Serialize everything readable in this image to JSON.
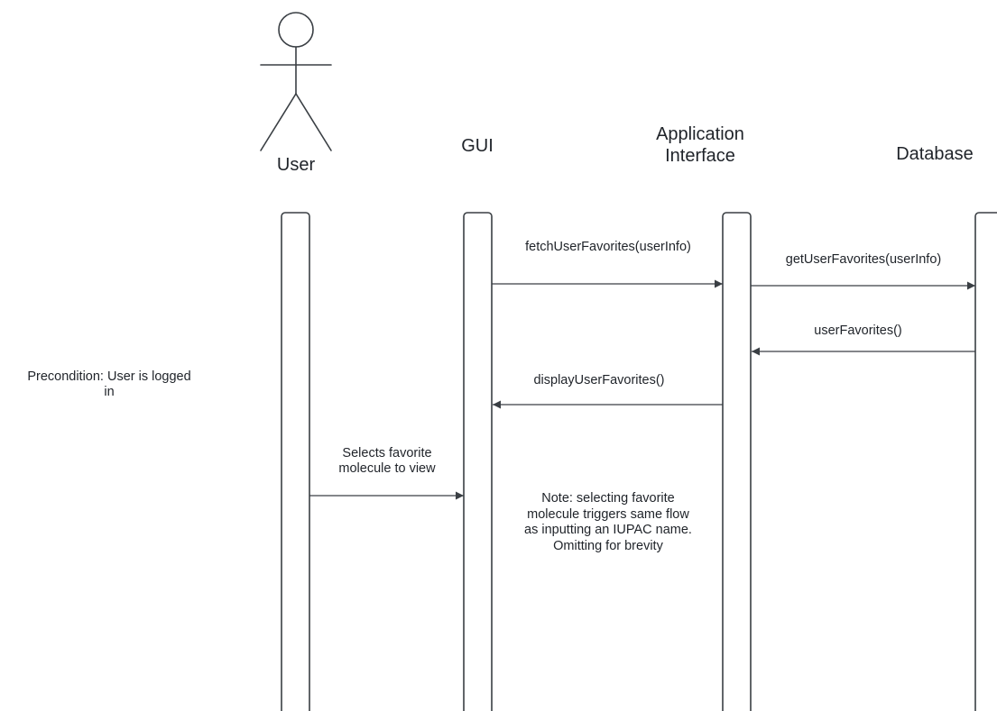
{
  "diagram": {
    "participants": [
      {
        "id": "user",
        "label": "User"
      },
      {
        "id": "gui",
        "label": "GUI"
      },
      {
        "id": "app",
        "label": "Application\nInterface"
      },
      {
        "id": "db",
        "label": "Database"
      }
    ],
    "messages": [
      {
        "from": "gui",
        "to": "app",
        "label": "fetchUserFavorites(userInfo)"
      },
      {
        "from": "app",
        "to": "db",
        "label": "getUserFavorites(userInfo)"
      },
      {
        "from": "db",
        "to": "app",
        "label": "userFavorites()"
      },
      {
        "from": "app",
        "to": "gui",
        "label": "displayUserFavorites()"
      },
      {
        "from": "user",
        "to": "gui",
        "label": "Selects favorite\nmolecule to view"
      }
    ],
    "precondition": "Precondition: User is logged\nin",
    "note": "Note: selecting favorite\nmolecule triggers same flow\nas inputting an IUPAC name.\nOmitting for brevity",
    "colors": {
      "line": "#3a3f44",
      "text": "#1f2329",
      "background": "#ffffff"
    }
  }
}
